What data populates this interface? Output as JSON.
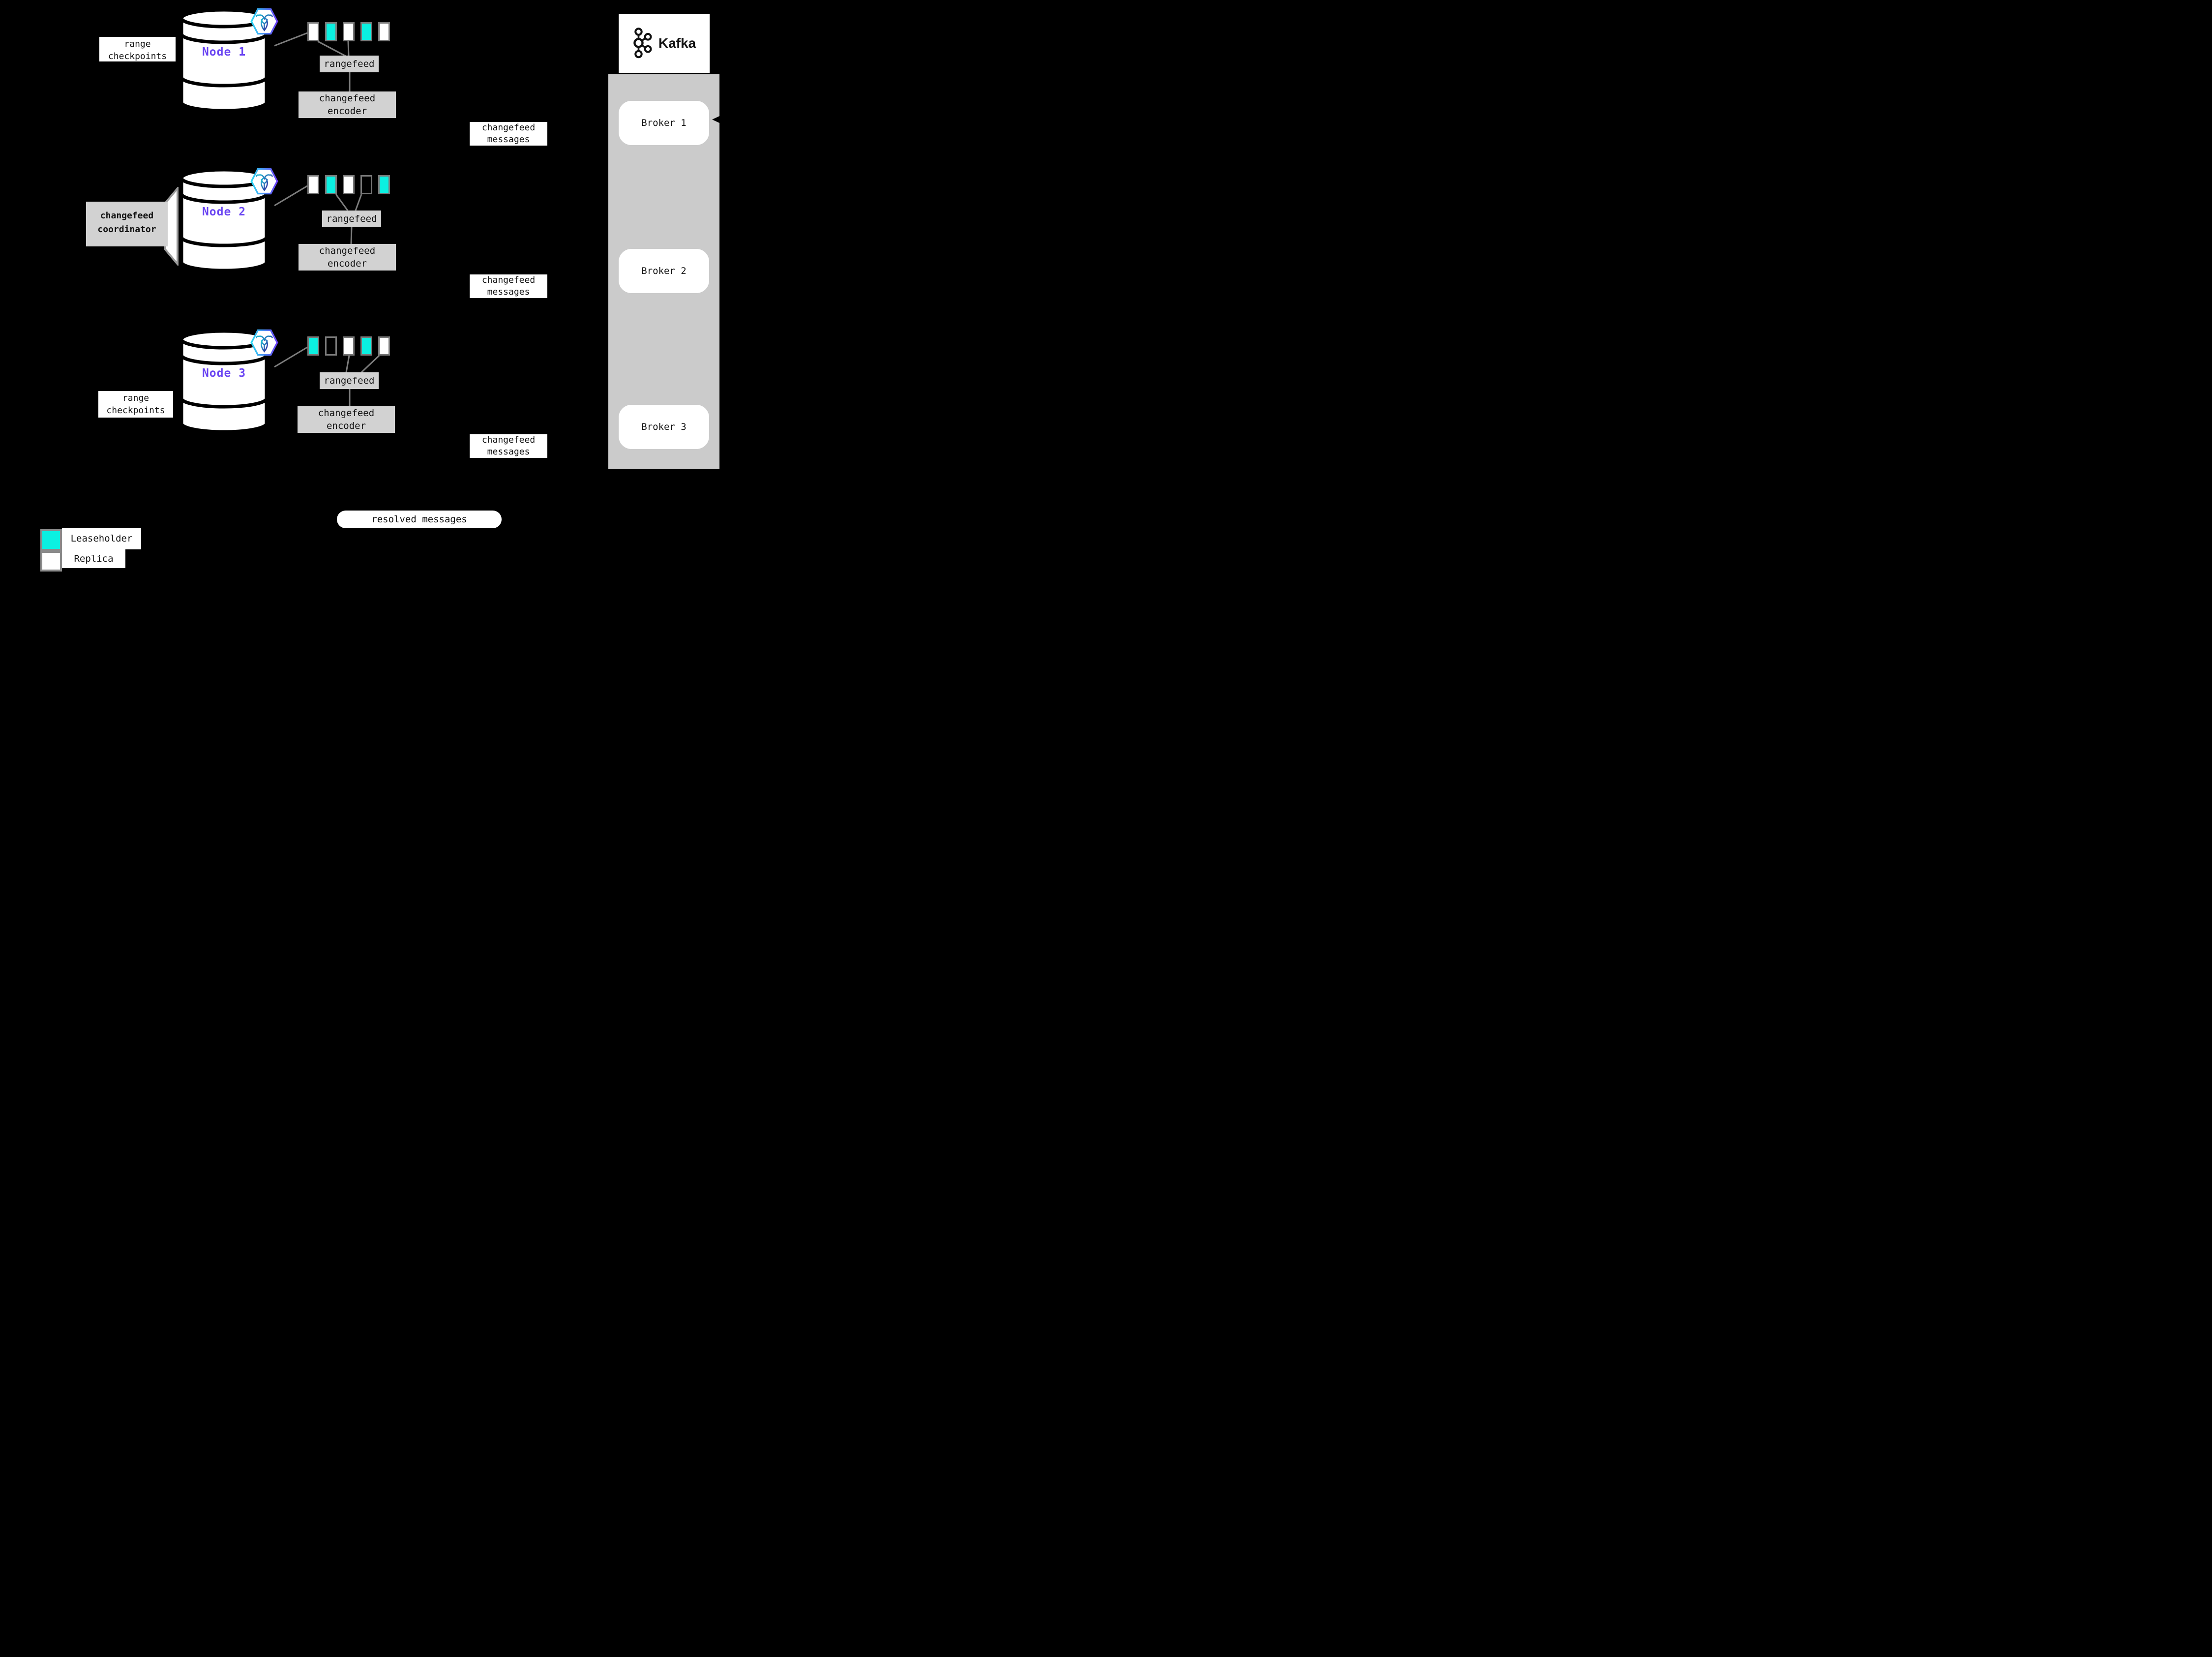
{
  "palette": {
    "background": "#000000",
    "leaseholder_fill": "#0BF0E1",
    "replica_fill": "#ffffff",
    "node_label_purple": "#6A45F2",
    "gray_box": "#d2d2d2",
    "kafka_container_gray": "#cbcbcb",
    "connector_gray": "#7d7d7d",
    "range_border_gray": "#787878",
    "hex_gradient_start": "#2BD7F2",
    "hex_gradient_end": "#6A3DF5"
  },
  "icons": {
    "node_database": "database-cylinder-icon",
    "cockroachdb_badge": "cockroachdb-hexagon-icon",
    "kafka": "kafka-logo-icon",
    "coordinator_flap": "coordinator-flap-icon"
  },
  "nodes": [
    {
      "label": "Node 1",
      "checkpoint_lines": [
        "range",
        "checkpoints"
      ],
      "ranges": [
        "replica",
        "leaseholder",
        "replica",
        "leaseholder",
        "replica"
      ],
      "rangefeed_label": "rangefeed",
      "encoder_lines": [
        "changefeed",
        "encoder"
      ],
      "message_lines": [
        "changefeed",
        "messages"
      ]
    },
    {
      "label": "Node 2",
      "coordinator_lines": [
        "changefeed",
        "coordinator"
      ],
      "ranges": [
        "replica",
        "leaseholder",
        "replica",
        "outline",
        "leaseholder"
      ],
      "rangefeed_label": "rangefeed",
      "encoder_lines": [
        "changefeed",
        "encoder"
      ],
      "message_lines": [
        "changefeed",
        "messages"
      ]
    },
    {
      "label": "Node 3",
      "checkpoint_lines": [
        "range",
        "checkpoints"
      ],
      "ranges": [
        "leaseholder",
        "outline",
        "replica",
        "leaseholder",
        "replica"
      ],
      "rangefeed_label": "rangefeed",
      "encoder_lines": [
        "changefeed",
        "encoder"
      ],
      "message_lines": [
        "changefeed",
        "messages"
      ]
    }
  ],
  "kafka": {
    "brand": "Kafka",
    "brokers": [
      "Broker 1",
      "Broker 2",
      "Broker 3"
    ]
  },
  "resolved_label": "resolved messages",
  "legend": [
    {
      "label": "Leaseholder",
      "type": "leaseholder"
    },
    {
      "label": "Replica",
      "type": "replica"
    }
  ]
}
